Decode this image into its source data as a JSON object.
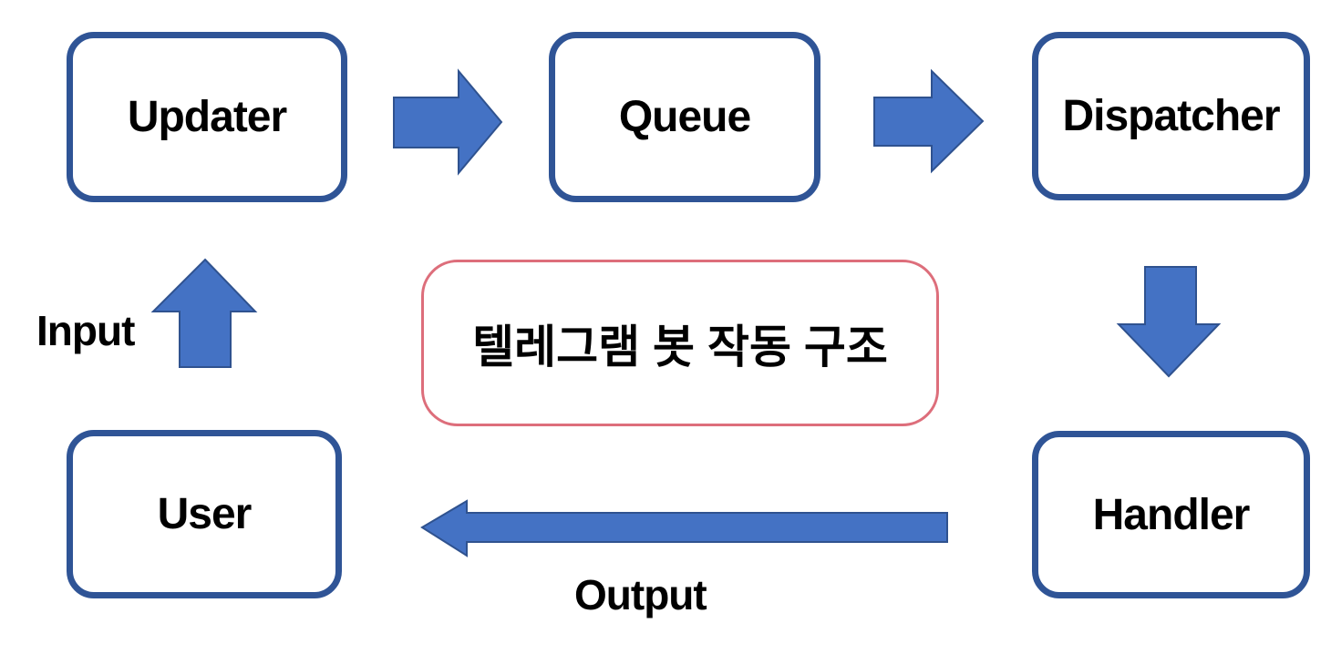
{
  "diagram": {
    "title": "텔레그램 봇 작동 구조",
    "nodes": [
      {
        "id": "updater",
        "label": "Updater"
      },
      {
        "id": "queue",
        "label": "Queue"
      },
      {
        "id": "dispatcher",
        "label": "Dispatcher"
      },
      {
        "id": "user",
        "label": "User"
      },
      {
        "id": "handler",
        "label": "Handler"
      }
    ],
    "edge_labels": {
      "input": "Input",
      "output": "Output"
    },
    "arrows": [
      {
        "name": "updater-to-queue",
        "direction": "right"
      },
      {
        "name": "queue-to-dispatcher",
        "direction": "right"
      },
      {
        "name": "dispatcher-to-handler",
        "direction": "down"
      },
      {
        "name": "handler-to-user",
        "direction": "left",
        "label": "Output"
      },
      {
        "name": "user-to-updater",
        "direction": "up",
        "label": "Input"
      }
    ]
  },
  "colors": {
    "background": "#FFFFFF",
    "node_border": "#2F5496",
    "arrow_fill": "#4472C4",
    "arrow_border": "#2F528F",
    "title_border": "#DD6E7B",
    "text": "#000000"
  }
}
